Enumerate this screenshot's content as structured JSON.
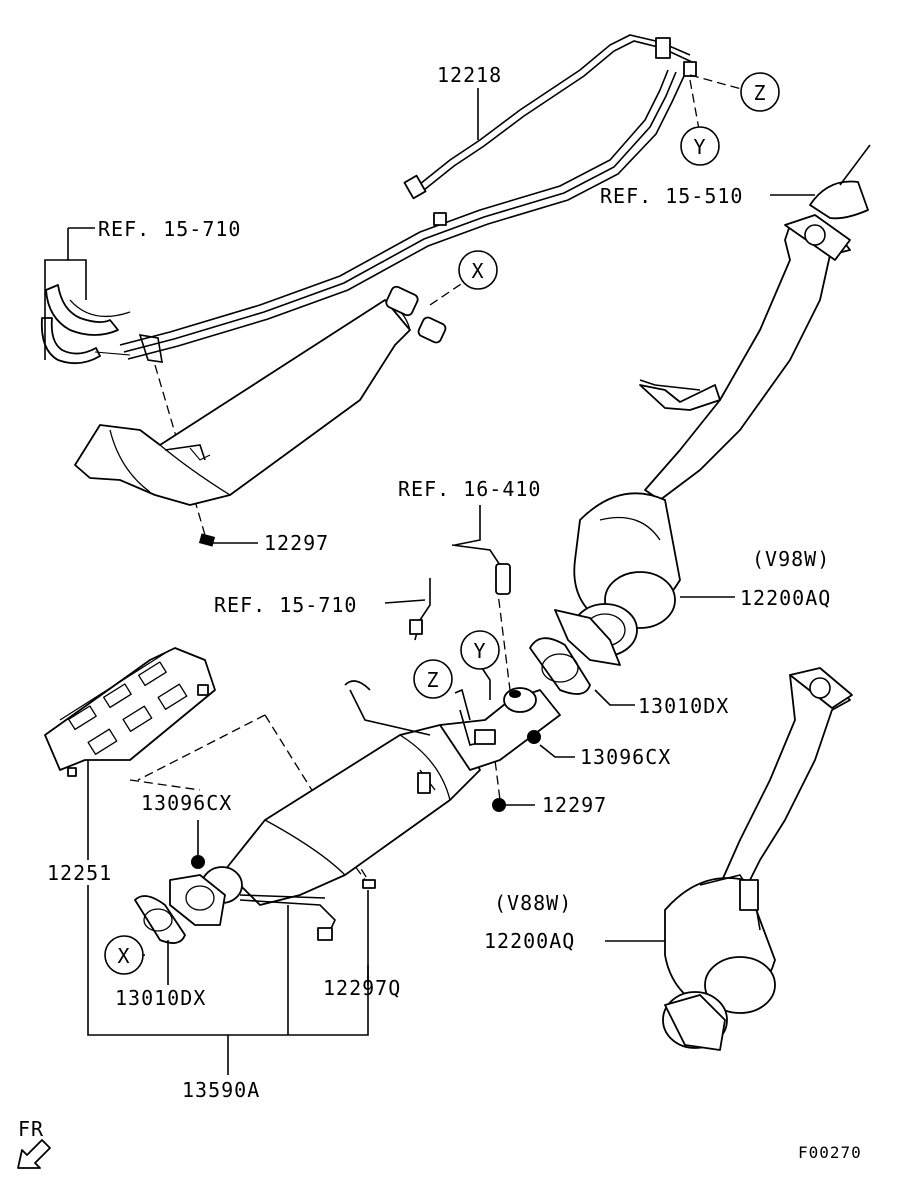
{
  "diagram": {
    "part_labels": {
      "p12218": "12218",
      "ref_15_510": "REF. 15-510",
      "ref_15_710_top": "REF. 15-710",
      "p12297_top": "12297",
      "ref_16_410": "REF. 16-410",
      "v98w": "(V98W)",
      "ref_15_710_mid": "REF. 15-710",
      "p12200aq_top": "12200AQ",
      "p13010dx_right": "13010DX",
      "p13096cx_right": "13096CX",
      "p12297_mid": "12297",
      "p13096cx_left": "13096CX",
      "p12251": "12251",
      "v88w": "(V88W)",
      "p12200aq_bottom": "12200AQ",
      "p13010dx_left": "13010DX",
      "p12297q": "12297Q",
      "p13590a": "13590A"
    },
    "callouts": {
      "z_top": "Z",
      "y_top": "Y",
      "x_top": "X",
      "y_mid": "Y",
      "z_mid": "Z",
      "x_bottom": "X"
    },
    "direction_label": "FR",
    "figure_code": "F00270"
  }
}
